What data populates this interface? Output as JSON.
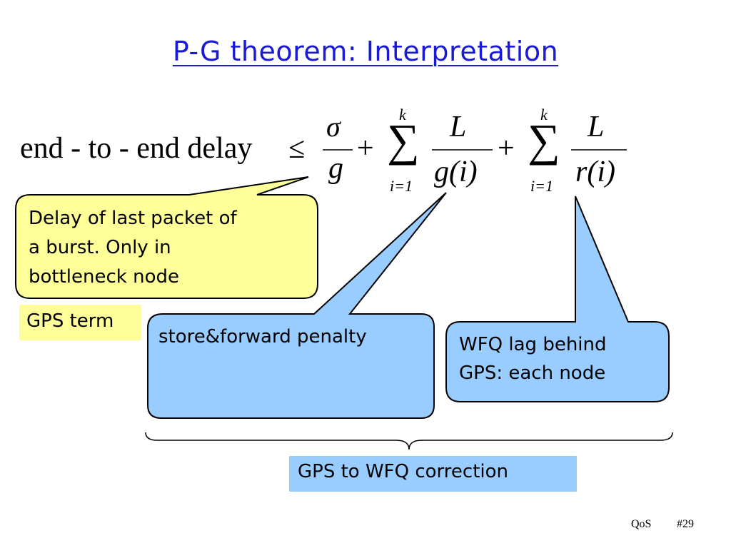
{
  "slide": {
    "title": "P-G theorem: Interpretation",
    "footer_left": "QoS",
    "footer_right": "#29"
  },
  "equation": {
    "lhs": "end - to - end delay",
    "leq": "≤",
    "term1_num": "σ",
    "term1_den": "g",
    "plus1": "+",
    "sum1_upper": "k",
    "sum1_symbol": "∑",
    "sum1_lower": "i=1",
    "term2_num": "L",
    "term2_den": "g(i)",
    "plus2": "+",
    "sum2_upper": "k",
    "sum2_symbol": "∑",
    "sum2_lower": "i=1",
    "term3_num": "L",
    "term3_den": "r(i)"
  },
  "callouts": {
    "burst_delay": {
      "lines": [
        "Delay of last packet of",
        "a burst. Only in",
        "bottleneck node"
      ],
      "fill": "#ffff99"
    },
    "store_forward": {
      "text": "store&forward penalty",
      "fill": "#99ccff"
    },
    "wfq_lag": {
      "lines": [
        "WFQ lag behind",
        "GPS: each node"
      ],
      "fill": "#99ccff"
    }
  },
  "labels": {
    "gps_term": {
      "text": "GPS term",
      "fill": "#ffff99"
    },
    "correction": {
      "text": "GPS to WFQ correction",
      "fill": "#99ccff"
    }
  }
}
